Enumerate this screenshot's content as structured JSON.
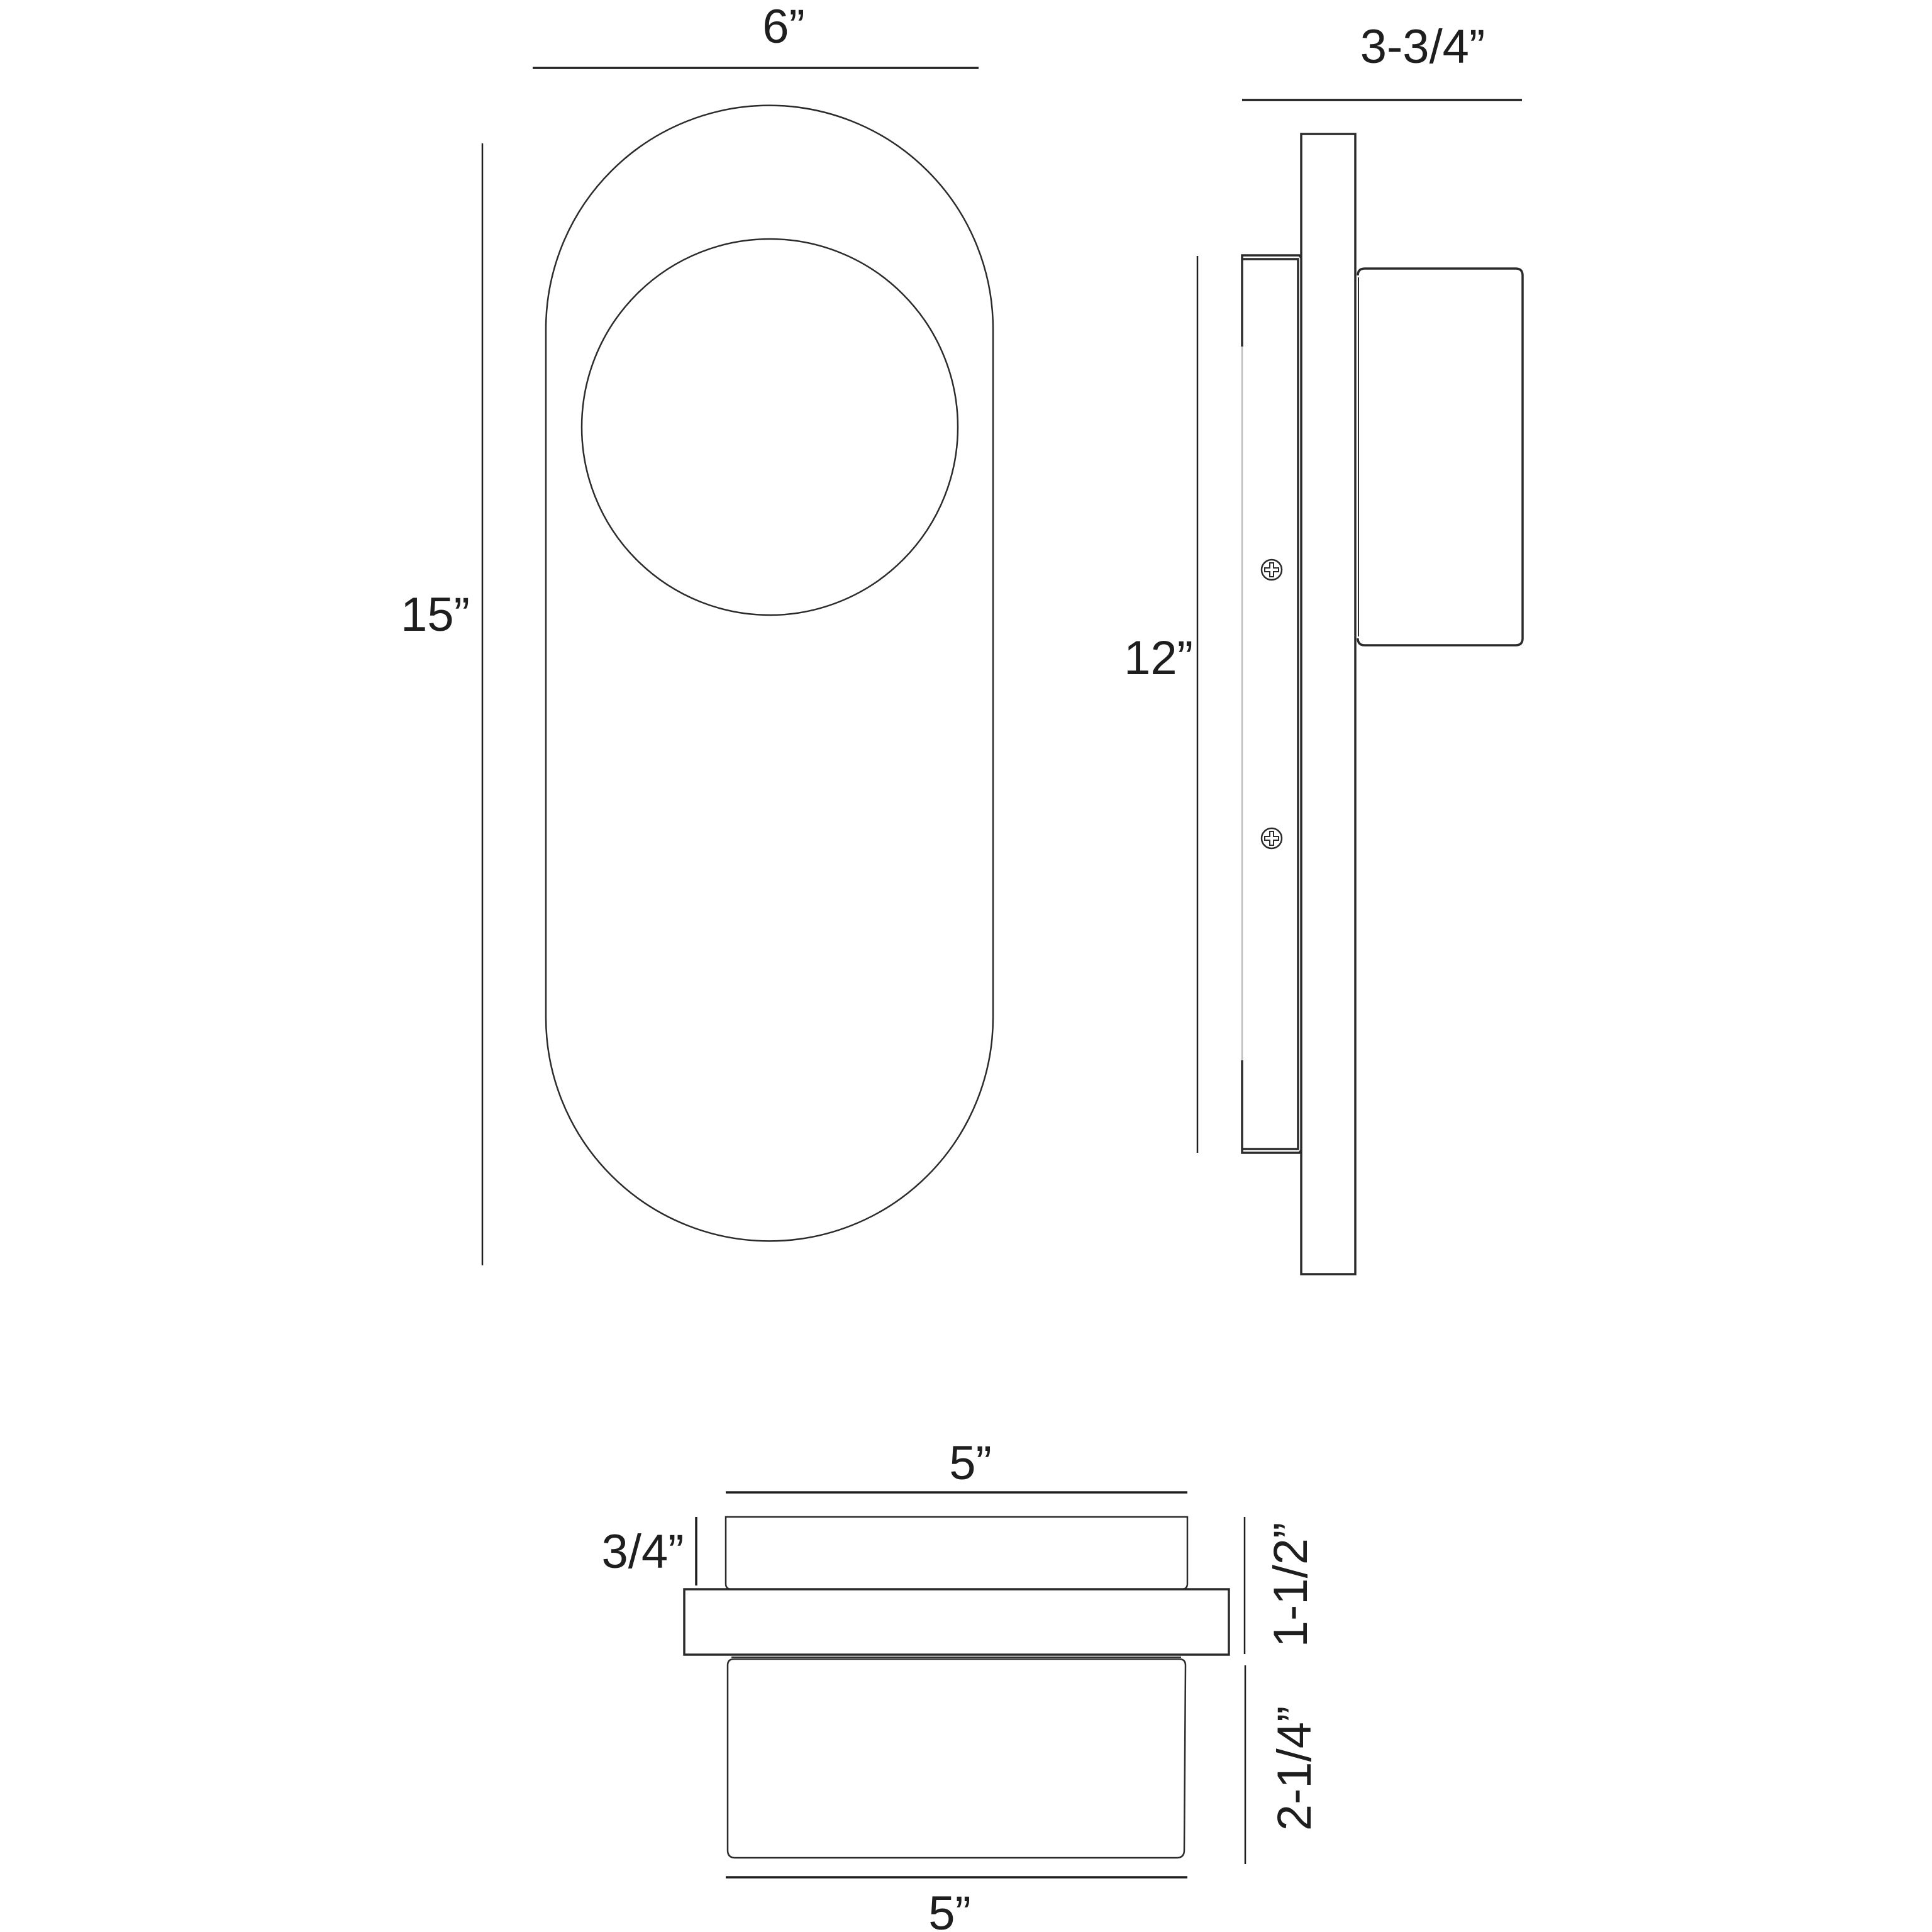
{
  "drawing": {
    "title": "Wall sconce dimension drawing",
    "stroke_color": "#2b2b2b",
    "background": "#ffffff"
  },
  "front_view": {
    "width_label": "6”",
    "height_label": "15”"
  },
  "side_view": {
    "depth_label": "3-3/4”",
    "backplate_height_label": "12”",
    "screws": [
      "phillips-screw-icon",
      "phillips-screw-icon"
    ]
  },
  "bottom_view": {
    "top_width_label": "5”",
    "bottom_width_label": "5”",
    "cap_height_label": "3/4”",
    "upper_height_label": "1-1/2”",
    "lower_height_label": "2-1/4”"
  }
}
